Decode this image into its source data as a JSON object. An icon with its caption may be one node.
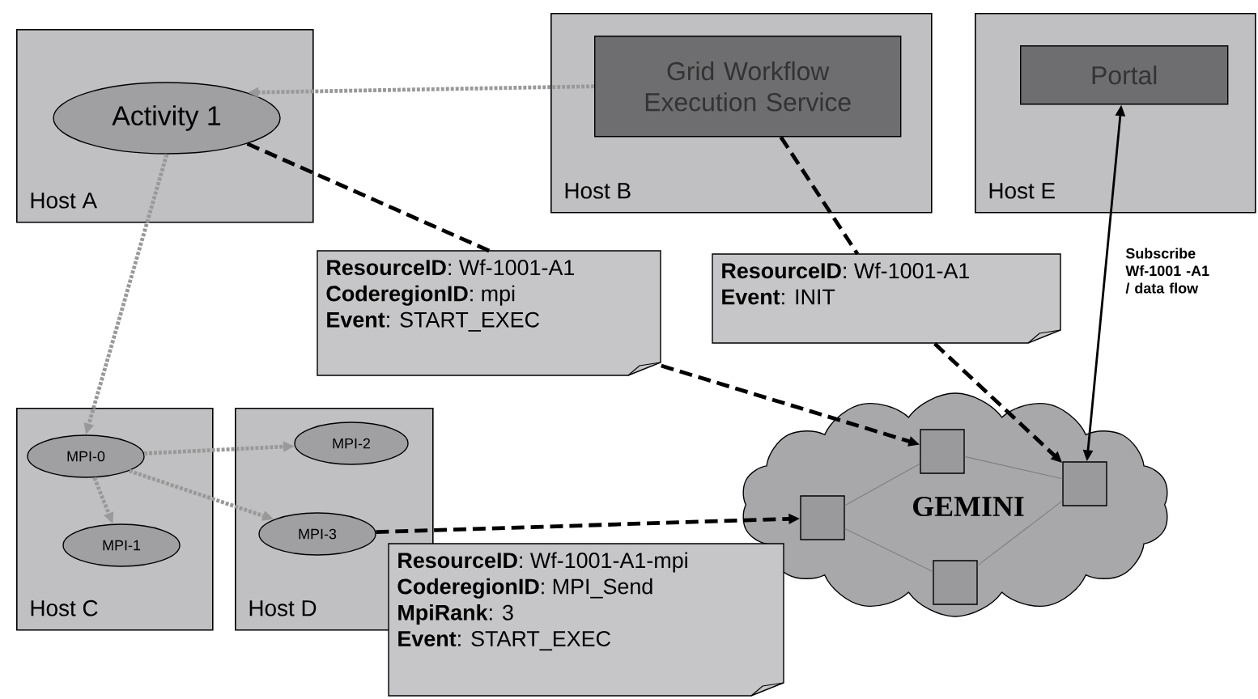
{
  "diagram": {
    "nodes": [
      {
        "text": [
          "Host A"
        ]
      },
      {
        "text": [
          "Activity 1"
        ],
        "in": 0
      },
      {
        "text": [
          "Host B"
        ]
      },
      {
        "text": [
          "Grid Workflow Execution Service"
        ],
        "in": 2
      },
      {
        "text": [
          "Host E"
        ]
      },
      {
        "text": [
          "Portal"
        ],
        "in": 4
      },
      {
        "text": [
          "Host C"
        ]
      },
      {
        "text": [
          "MPI-0"
        ],
        "in": 6
      },
      {
        "text": [
          "MPI-1"
        ],
        "in": 6
      },
      {
        "text": [
          "Host D"
        ]
      },
      {
        "text": [
          "MPI-2"
        ],
        "in": 9
      },
      {
        "text": [
          "MPI-3"
        ],
        "in": 9
      },
      {
        "text": [
          "GEMINI"
        ]
      },
      {
        "text": [],
        "shape": "box",
        "in": 12
      },
      {
        "text": [],
        "shape": "box",
        "in": 12
      },
      {
        "text": [],
        "shape": "box",
        "in": 12
      },
      {
        "text": [],
        "shape": "box",
        "in": 12
      },
      {
        "text": [
          "**ResourceID**: Wf-1001-A1",
          "**CoderegionID**: mpi",
          "**Event**: START_EXEC"
        ]
      },
      {
        "text": [
          "**ResourceID**: Wf-1001-A1",
          "**Event**: INIT"
        ]
      },
      {
        "text": [
          "**ResourceID**: Wf-1001-A1-mpi",
          "**CoderegionID**: MPI_Send",
          "**MpiRank**: 3",
          "**Event**: START_EXEC"
        ]
      }
    ],
    "edges": [
      {
        "from": 3,
        "to": 1,
        "arrow": "to",
        "style": "dashed",
        "color": "#999999"
      },
      {
        "from": 1,
        "to": 7,
        "arrow": "to",
        "style": "dashed",
        "color": "#999999"
      },
      {
        "from": 7,
        "to": 10,
        "arrow": "to",
        "style": "dashed",
        "color": "#999999"
      },
      {
        "from": 7,
        "to": 8,
        "arrow": "to",
        "style": "dashed",
        "color": "#999999"
      },
      {
        "from": 7,
        "to": 11,
        "arrow": "to",
        "style": "dashed",
        "color": "#999999"
      },
      {
        "from": 1,
        "to": 17,
        "arrow": "none",
        "style": "dashed"
      },
      {
        "from": 17,
        "to": 14,
        "arrow": "to",
        "style": "dashed"
      },
      {
        "from": 3,
        "to": 18,
        "arrow": "none",
        "style": "dashed"
      },
      {
        "from": 18,
        "to": 16,
        "arrow": "to",
        "style": "dashed"
      },
      {
        "from": 11,
        "to": 13,
        "arrow": "to",
        "style": "dashed"
      },
      {
        "from": 16,
        "to": 5,
        "arrow": "both",
        "label": "Subscribe Wf-1001 -A1 / data flow"
      },
      {
        "from": 13,
        "to": 14,
        "arrow": "none",
        "color": "#808080"
      },
      {
        "from": 14,
        "to": 16,
        "arrow": "none",
        "color": "#808080"
      },
      {
        "from": 16,
        "to": 15,
        "arrow": "none",
        "color": "#808080"
      },
      {
        "from": 15,
        "to": 13,
        "arrow": "none",
        "color": "#808080"
      }
    ]
  }
}
